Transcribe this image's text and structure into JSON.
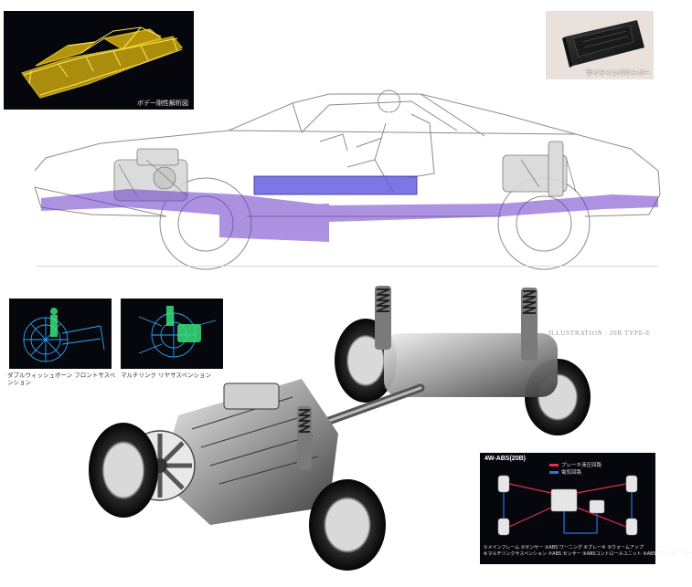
{
  "panels": {
    "body_rigidity": {
      "caption": "ボデー剛性解析図"
    },
    "side_tray": {
      "caption": "サイドインパクトバー"
    },
    "front_suspension": {
      "caption": "ダブルウィッシュボーン フロントサスペンション"
    },
    "rear_suspension": {
      "caption": "マルチリンク リヤサスペンション"
    }
  },
  "illustration_note": "ILLUSTRATION : 20B TYPE-E",
  "abs_diagram": {
    "title": "4W-ABS(20B)",
    "legend": [
      {
        "label": "ブレーキ液圧回路",
        "color": "#e0304a"
      },
      {
        "label": "電気回路",
        "color": "#2f6fe8"
      }
    ],
    "notes": [
      "①メインフレーム ②センサー ③ABS ワーニング ④ブレーキ ⑤ウォームアップ",
      "⑥マルチリンクサスペンション ⑦ABS センサー ⑧ABSコントロールユニット ⑨ABSアクチュエーター"
    ]
  },
  "colors": {
    "frame_highlight": "#6a38c8",
    "sill_highlight": "#5a55e0",
    "wireframe_yellow": "#f2d21c",
    "cad_blue": "#2fa6ff",
    "cad_green": "#39e07a"
  }
}
